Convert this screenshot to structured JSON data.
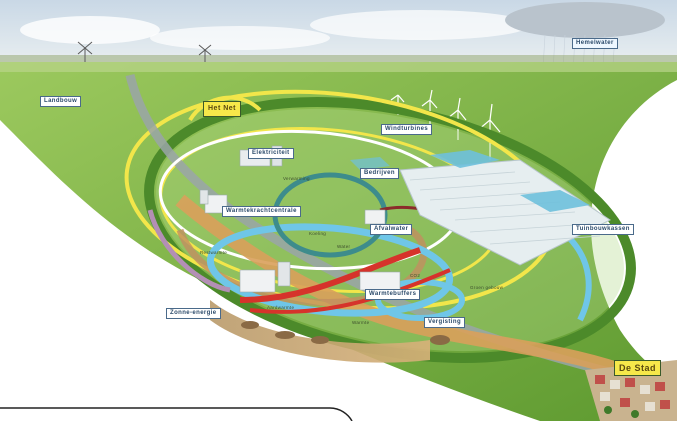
{
  "labels": {
    "landbouw": "Landbouw",
    "hemelwater": "Hemelwater",
    "het_net": "Het Net",
    "windturbines": "Windturbines",
    "warmtekrachtcentrale": "Warmtekrachtcentrale",
    "elektriciteit": "Elektriciteit",
    "bedrijven": "Bedrijven",
    "tuinbouwkassen": "Tuinbouwkassen",
    "warmtebuffers": "Warmtebuffers",
    "afvalwater": "Afvalwater",
    "zonne_energie": "Zonne-energie",
    "de_stad": "De Stad",
    "verwarming": "Verwarming",
    "vergisting": "Vergisting",
    "gebouw": "Groen gebouw",
    "koeling": "Koeling",
    "co2": "CO2",
    "water": "Water",
    "warmte": "Warmte",
    "aardwarmte": "Aardwarmte",
    "restwarmte": "Restwarmte"
  },
  "colors": {
    "sky": "#dfe8f0",
    "grass": "#7fb847",
    "ring_yellow": "#f2e64a",
    "ring_green": "#4c8a2a",
    "ring_blue": "#6fc6e8",
    "ring_red": "#d6332b",
    "ring_orange": "#d9a05b",
    "ring_gray": "#9aa5a8",
    "ring_purple": "#b38fb5"
  }
}
